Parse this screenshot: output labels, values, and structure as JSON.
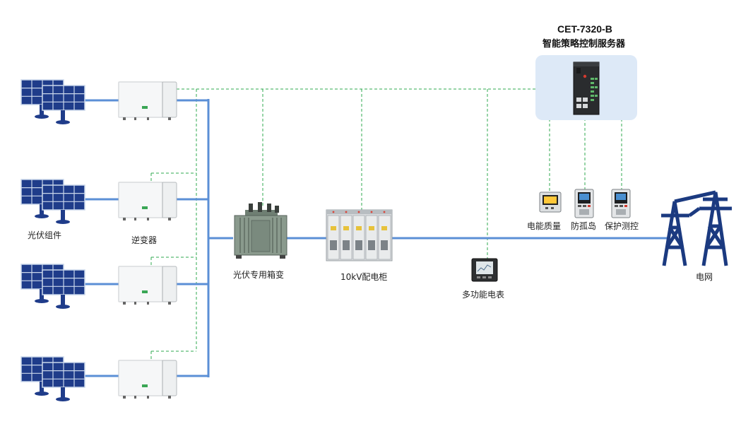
{
  "server": {
    "model": "CET-7320-B",
    "name": "智能策略控制服务器"
  },
  "labels": {
    "pv_module": "光伏组件",
    "inverter": "逆变器",
    "transformer": "光伏专用箱变",
    "switchgear": "10kV配电柜",
    "meter": "多功能电表",
    "power_quality": "电能质量",
    "anti_islanding": "防孤岛",
    "protection": "保护测控",
    "grid": "电网"
  },
  "colors": {
    "power_line": "#5b8fd6",
    "comm_line": "#2fa84f",
    "solar_panel": "#1f3c8a",
    "tower": "#1b3a80",
    "server_bg": "#dde9f7"
  },
  "icons": {
    "solar": "solar-panel-icon",
    "inverter": "inverter-icon",
    "transformer": "transformer-icon",
    "switchgear": "switchgear-icon",
    "meter": "meter-icon",
    "server": "server-icon",
    "tower": "transmission-tower-icon"
  }
}
